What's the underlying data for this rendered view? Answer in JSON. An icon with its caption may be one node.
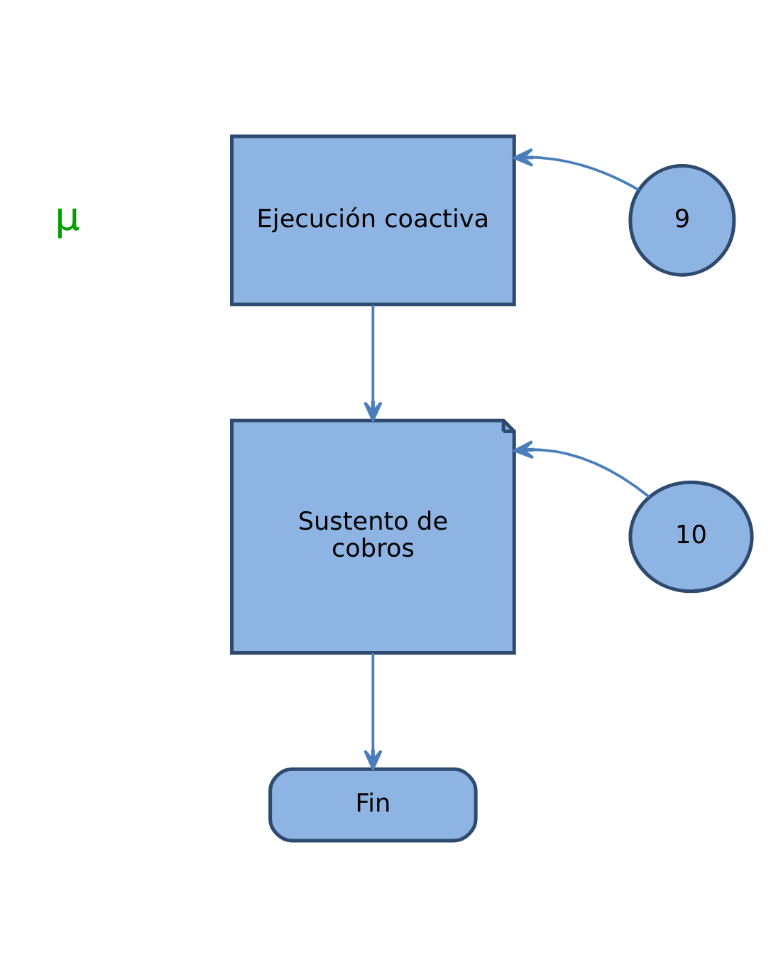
{
  "diagram": {
    "nodes": [
      {
        "text": [
          "Ejecución coactiva"
        ]
      },
      {
        "text": [
          "9"
        ]
      },
      {
        "text": [
          "Sustento de cobros"
        ]
      },
      {
        "text": [
          "10"
        ]
      },
      {
        "text": [
          "Fin"
        ]
      }
    ],
    "edges": [
      {
        "from": 1,
        "to": 0,
        "arrow": "to"
      },
      {
        "from": 0,
        "to": 2,
        "arrow": "to"
      },
      {
        "from": 3,
        "to": 2,
        "arrow": "to"
      },
      {
        "from": 2,
        "to": 4,
        "arrow": "to"
      }
    ],
    "labels": [
      "μ"
    ]
  }
}
